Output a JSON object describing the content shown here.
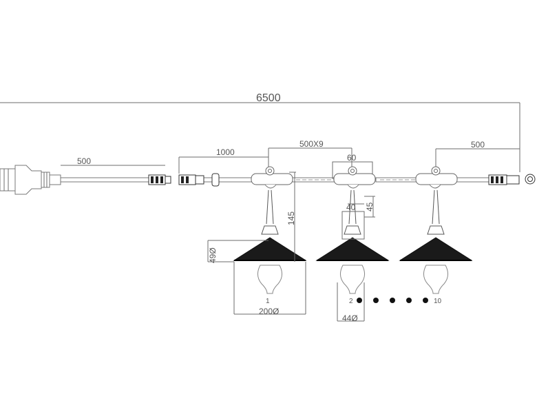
{
  "dimensions": {
    "total_length": "6500",
    "plug_lead": "500",
    "first_spacing": "1000",
    "repeat_spacing": "500X9",
    "end_spacing": "500",
    "tee_width": "60",
    "socket_width": "40",
    "socket_height": "45",
    "drop_height": "145",
    "shade_height": "49Ø",
    "shade_diameter": "200Ø",
    "bulb_diameter": "44Ø"
  },
  "lamp_labels": {
    "first": "1",
    "second": "2",
    "last": "10"
  }
}
